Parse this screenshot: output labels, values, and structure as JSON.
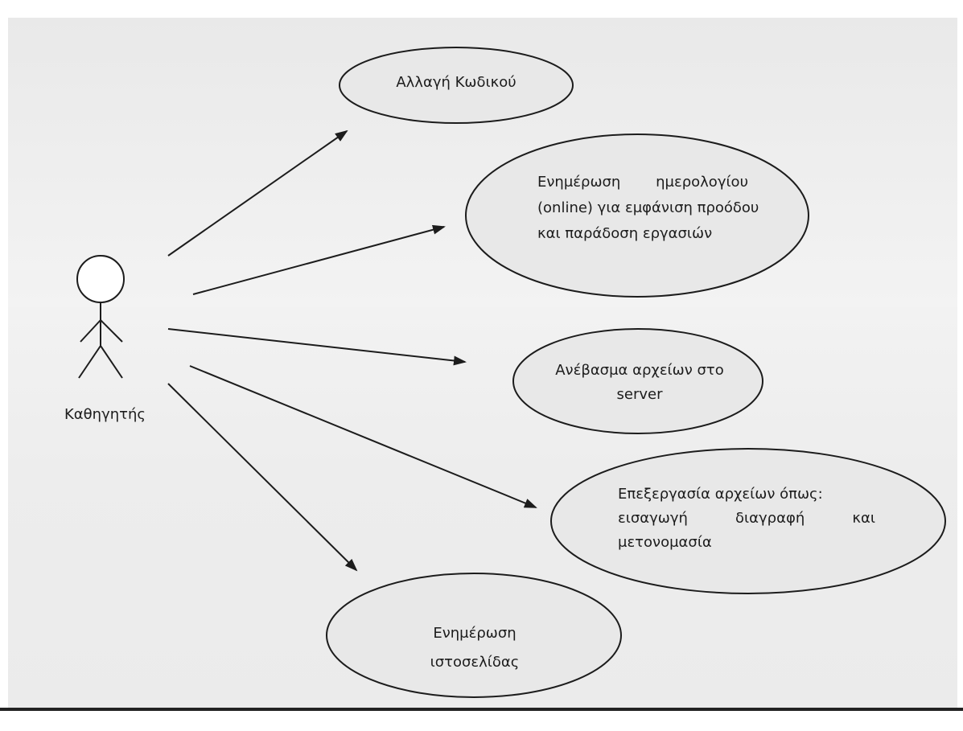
{
  "actor": {
    "label": "Καθηγητής"
  },
  "use_cases": {
    "change_password": "Αλλαγή Κωδικού",
    "calendar_update": {
      "line1_a": "Ενημέρωση",
      "line1_b": "ημερολογίου",
      "line2": "(online) για εμφάνιση προόδου",
      "line3": "και παράδοση εργασιών"
    },
    "upload_files": {
      "line1": "Ανέβασμα αρχείων στο",
      "line2": "server"
    },
    "edit_files": {
      "line1": "Επεξεργασία αρχείων όπως:",
      "line2_a": "εισαγωγή",
      "line2_b": "διαγραφή",
      "line2_c": "και",
      "line3": "μετονομασία"
    },
    "website_update": {
      "line1": "Ενημέρωση",
      "line2": "ιστοσελίδας"
    }
  },
  "colors": {
    "line": "#1c1c1c",
    "ellipse_fill": "#e8e8e8",
    "page": "#ffffff"
  }
}
